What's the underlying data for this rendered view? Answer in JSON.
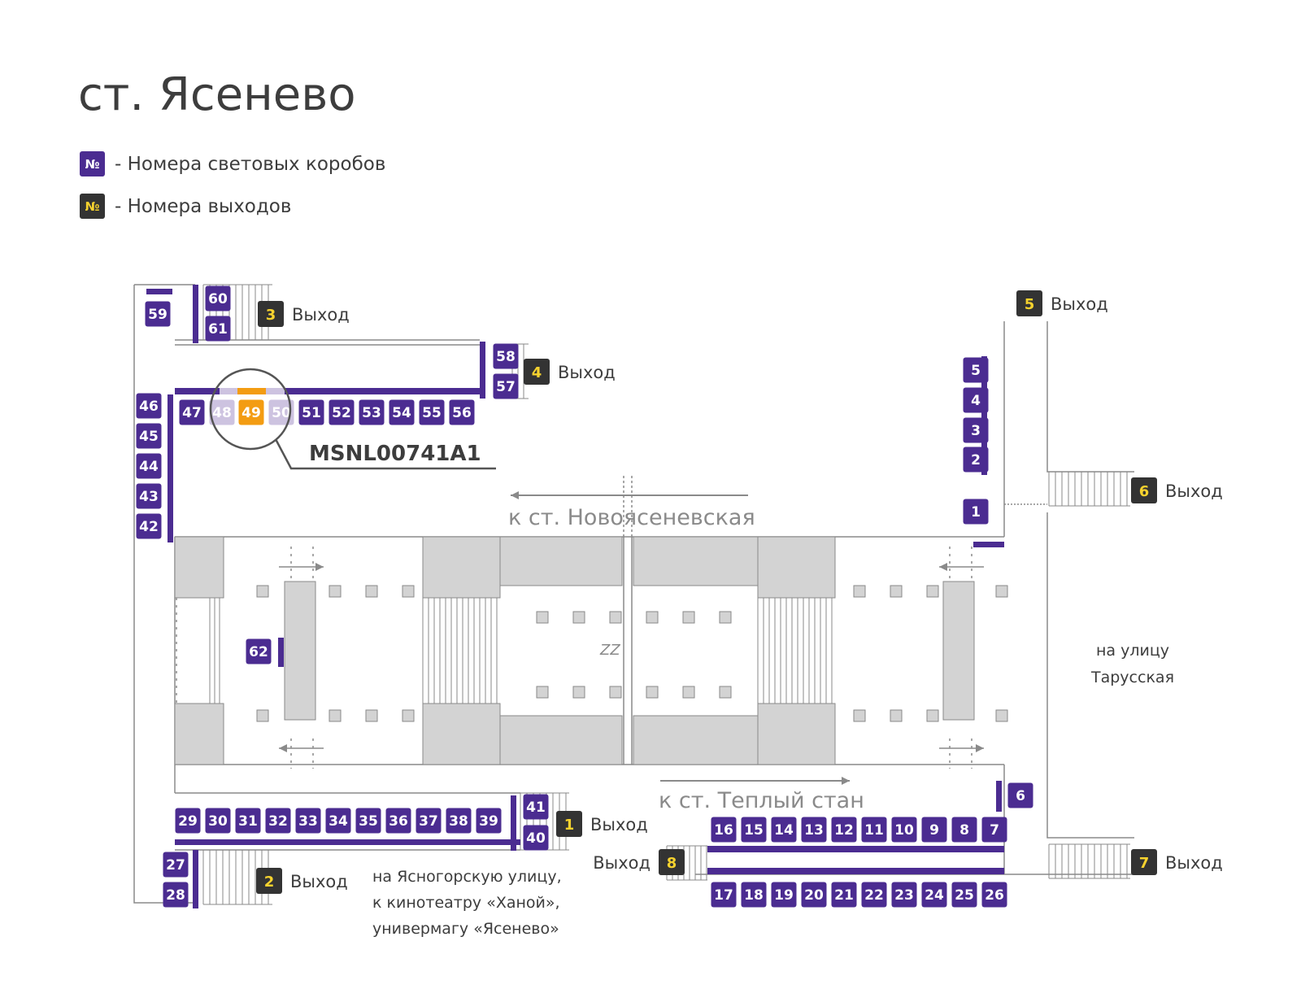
{
  "title": "ст. Ясенево",
  "legend": {
    "boxes": {
      "symbol": "№",
      "text": "- Номера световых коробов",
      "color": "#4b2c91"
    },
    "exits": {
      "symbol": "№",
      "text": "- Номера выходов",
      "color": "#333333",
      "symbol_color": "#f6d22e"
    }
  },
  "colors": {
    "box": "#4b2c91",
    "box_faded": "#cdc3e0",
    "box_highlight": "#f39c12",
    "exit_bg": "#333333",
    "exit_num": "#f6d22e",
    "wall": "#8a8a8a",
    "platform_block": "#d3d3d3"
  },
  "highlight": {
    "box": "49",
    "code": "MSNL00741A1"
  },
  "exit_word": "Выход",
  "exits": [
    "1",
    "2",
    "3",
    "4",
    "5",
    "6",
    "7",
    "8"
  ],
  "directions": {
    "north": "к ст. Новоясеневская",
    "south": "к ст. Теплый стан"
  },
  "street_right": {
    "line1": "на улицу",
    "line2": "Тарусская"
  },
  "street_bottom": {
    "line1": "на Ясногорскую улицу,",
    "line2": "к кинотеатру «Ханой»,",
    "line3": "универмагу «Ясенево»"
  },
  "boxes": {
    "faded": [
      "48",
      "50"
    ],
    "all": [
      "1",
      "2",
      "3",
      "4",
      "5",
      "6",
      "7",
      "8",
      "9",
      "10",
      "11",
      "12",
      "13",
      "14",
      "15",
      "16",
      "17",
      "18",
      "19",
      "20",
      "21",
      "22",
      "23",
      "24",
      "25",
      "26",
      "27",
      "28",
      "29",
      "30",
      "31",
      "32",
      "33",
      "34",
      "35",
      "36",
      "37",
      "38",
      "39",
      "40",
      "41",
      "42",
      "43",
      "44",
      "45",
      "46",
      "47",
      "48",
      "49",
      "50",
      "51",
      "52",
      "53",
      "54",
      "55",
      "56",
      "57",
      "58",
      "59",
      "60",
      "61",
      "62"
    ]
  }
}
